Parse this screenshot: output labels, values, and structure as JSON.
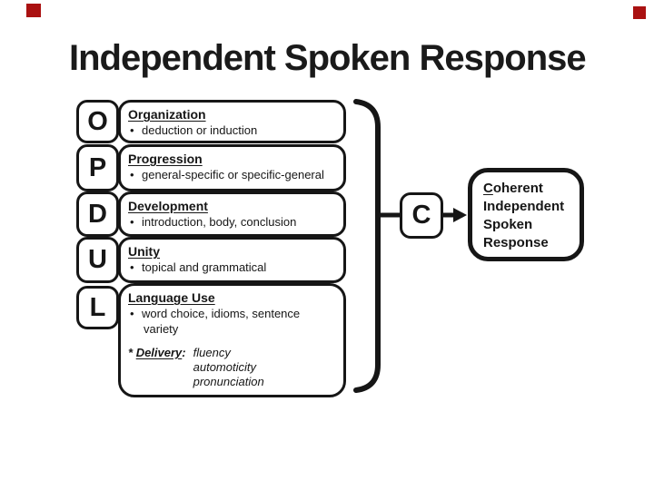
{
  "title": "Independent Spoken Response",
  "bullet_glyph": "•",
  "colors": {
    "ink": "#161616",
    "background": "#ffffff",
    "corner_marker_red": "#aa1111"
  },
  "acronym_rows": [
    {
      "letter": "O",
      "heading": "Organization",
      "bullet": "deduction or induction"
    },
    {
      "letter": "P",
      "heading": "Progression",
      "bullet": "general-specific or specific-general"
    },
    {
      "letter": "D",
      "heading": "Development",
      "bullet": "introduction, body, conclusion"
    },
    {
      "letter": "U",
      "heading": "Unity",
      "bullet": "topical and grammatical"
    }
  ],
  "language_row": {
    "letter": "L",
    "heading": "Language Use",
    "bullet_line1": "word choice, idioms, sentence",
    "bullet_line2": "variety",
    "delivery_star": "*",
    "delivery_label": "Delivery",
    "delivery_colon": ":",
    "delivery_items": [
      "fluency",
      "automoticity",
      "pronunciation"
    ]
  },
  "combiner": {
    "letter": "C"
  },
  "result_box": {
    "line1_initial": "C",
    "line1_rest": "oherent",
    "line2": "Independent",
    "line3": "Spoken",
    "line4": "Response"
  }
}
